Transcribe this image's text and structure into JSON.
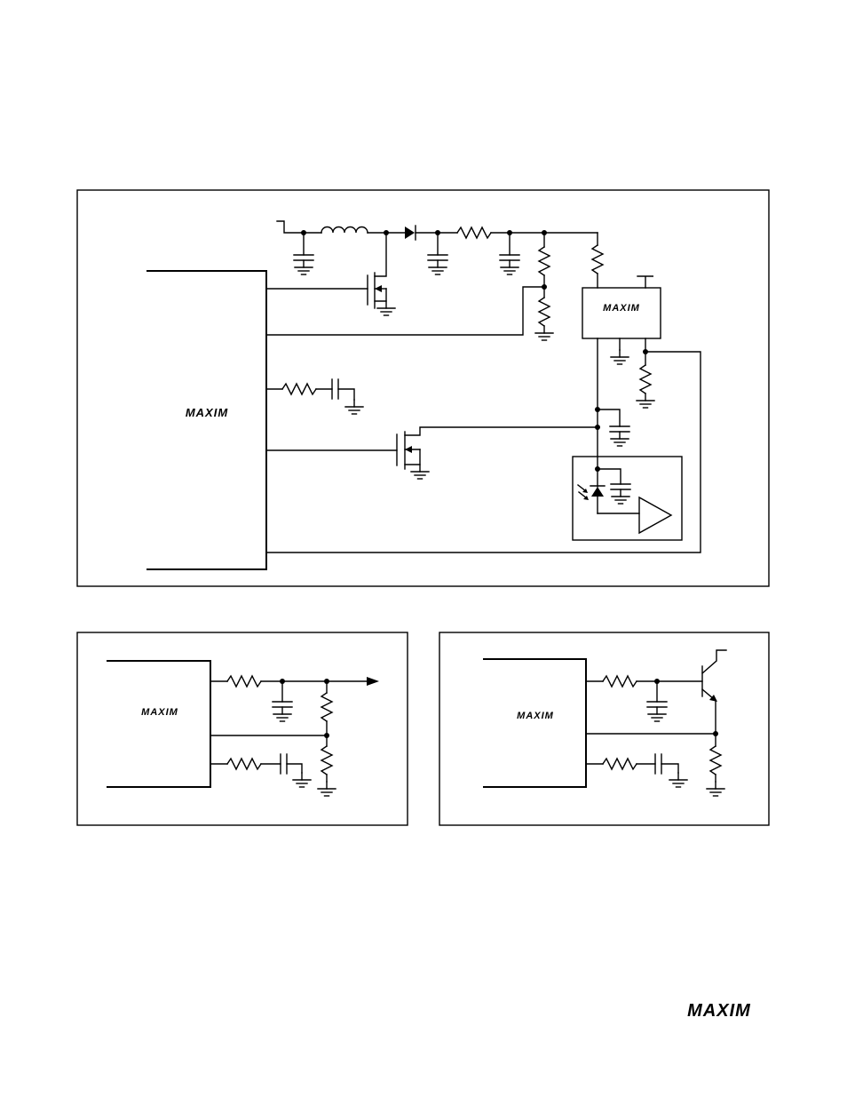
{
  "logos": {
    "brand": "MAXIM"
  },
  "colors": {
    "ink": "#000000",
    "paper": "#ffffff"
  },
  "figures": {
    "main": {
      "name": "main-circuit-frame"
    },
    "bottom_left": {
      "name": "voltage-divider-circuit-frame"
    },
    "bottom_right": {
      "name": "transistor-circuit-frame"
    }
  }
}
